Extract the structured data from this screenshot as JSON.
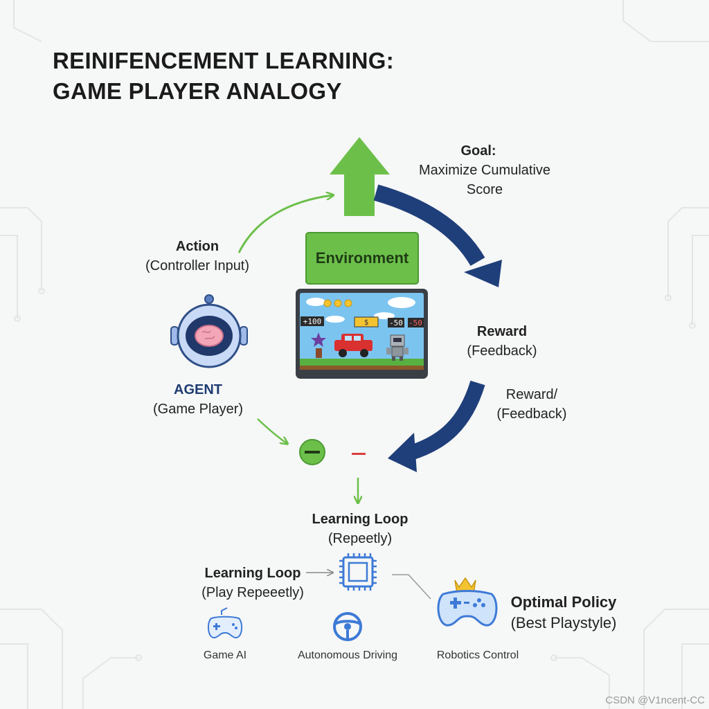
{
  "title": {
    "line1": "REINIFENCEMENT LEARNING:",
    "line2": "GAME PLAYER ANALOGY"
  },
  "goal": {
    "heading": "Goal:",
    "line1": "Maximize Cumulative",
    "line2": "Score"
  },
  "action": {
    "heading": "Action",
    "detail": "(Controller Input)"
  },
  "environment": {
    "label": "Environment"
  },
  "game_screen": {
    "score_plus": "+100",
    "score_dollar": "$",
    "score_minus": "-50",
    "score_minus_red": "-50"
  },
  "reward_1": {
    "heading": "Reward",
    "detail": "(Feedback)"
  },
  "reward_2": {
    "heading": "Reward/",
    "detail": "(Feedback)"
  },
  "agent": {
    "heading": "AGENT",
    "detail": "(Game Player)"
  },
  "learning_loop_1": {
    "heading": "Learning Loop",
    "detail": "(Repeetly)"
  },
  "learning_loop_2": {
    "heading": "Learning Loop",
    "detail": "(Play Repeeetly)"
  },
  "optimal_policy": {
    "heading": "Optimal Policy",
    "detail": "(Best Playstyle)"
  },
  "applications": [
    {
      "label": "Game AI",
      "icon": "gamepad-icon"
    },
    {
      "label": "Autonomous Driving",
      "icon": "steering-wheel-icon"
    },
    {
      "label": "Robotics Control",
      "icon": "robot-icon"
    }
  ],
  "watermark": "CSDN @V1ncent-CC",
  "colors": {
    "green": "#6cc04a",
    "navy": "#1f3f7a",
    "agent_blue": "#1e3c72",
    "chip_blue": "#3d7ad6",
    "red": "#d94040"
  }
}
